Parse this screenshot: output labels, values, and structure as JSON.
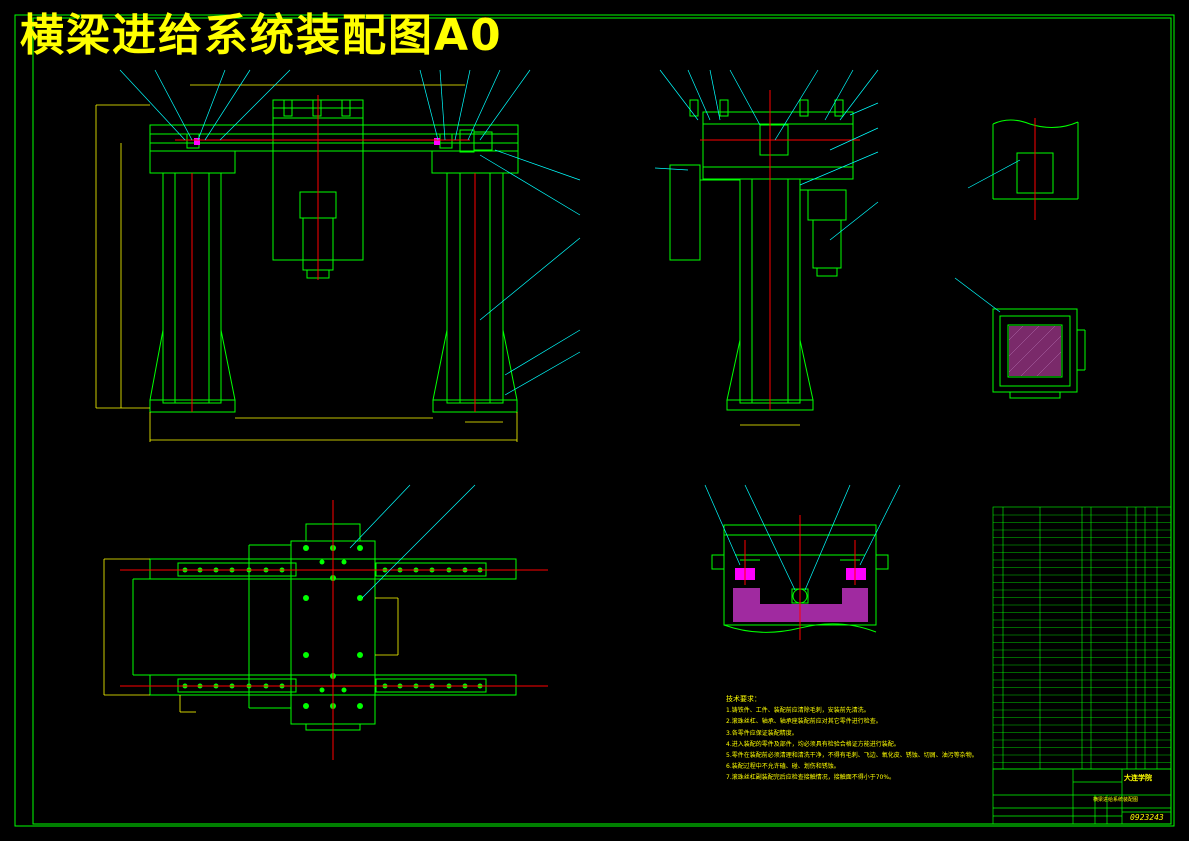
{
  "title": "横梁进给系统装配图A0",
  "drawing_number": "0923243",
  "school": "大连学院",
  "drawing_name": "横梁进给系统装配图",
  "technical_requirements": {
    "heading": "技术要求：",
    "items": [
      "1.铸铁件、工件、装配前应清除毛刺，安装前先清洗。",
      "2.滚珠丝杠、轴承、轴承座装配前应对其它零件进行检查。",
      "3.各零件应保证装配精度。",
      "4.进入装配的零件及部件，均必须具有检验合格证方能进行装配。",
      "5.零件在装配前必须清理和清洗干净，不得有毛刺、飞边、氧化皮、锈蚀、切屑、油污等杂物。",
      "6.装配过程中不允许磕、碰、划伤和锈蚀。",
      "7.滚珠丝杠副装配完后应检查接触情况，接触面不得小于70%。"
    ]
  },
  "colors": {
    "background": "#000000",
    "outline": "#00ff00",
    "leader": "#00ffff",
    "centerline": "#ff0000",
    "dimension": "#ffff00",
    "hatch": "#ff00ff",
    "title": "#ffff00"
  }
}
